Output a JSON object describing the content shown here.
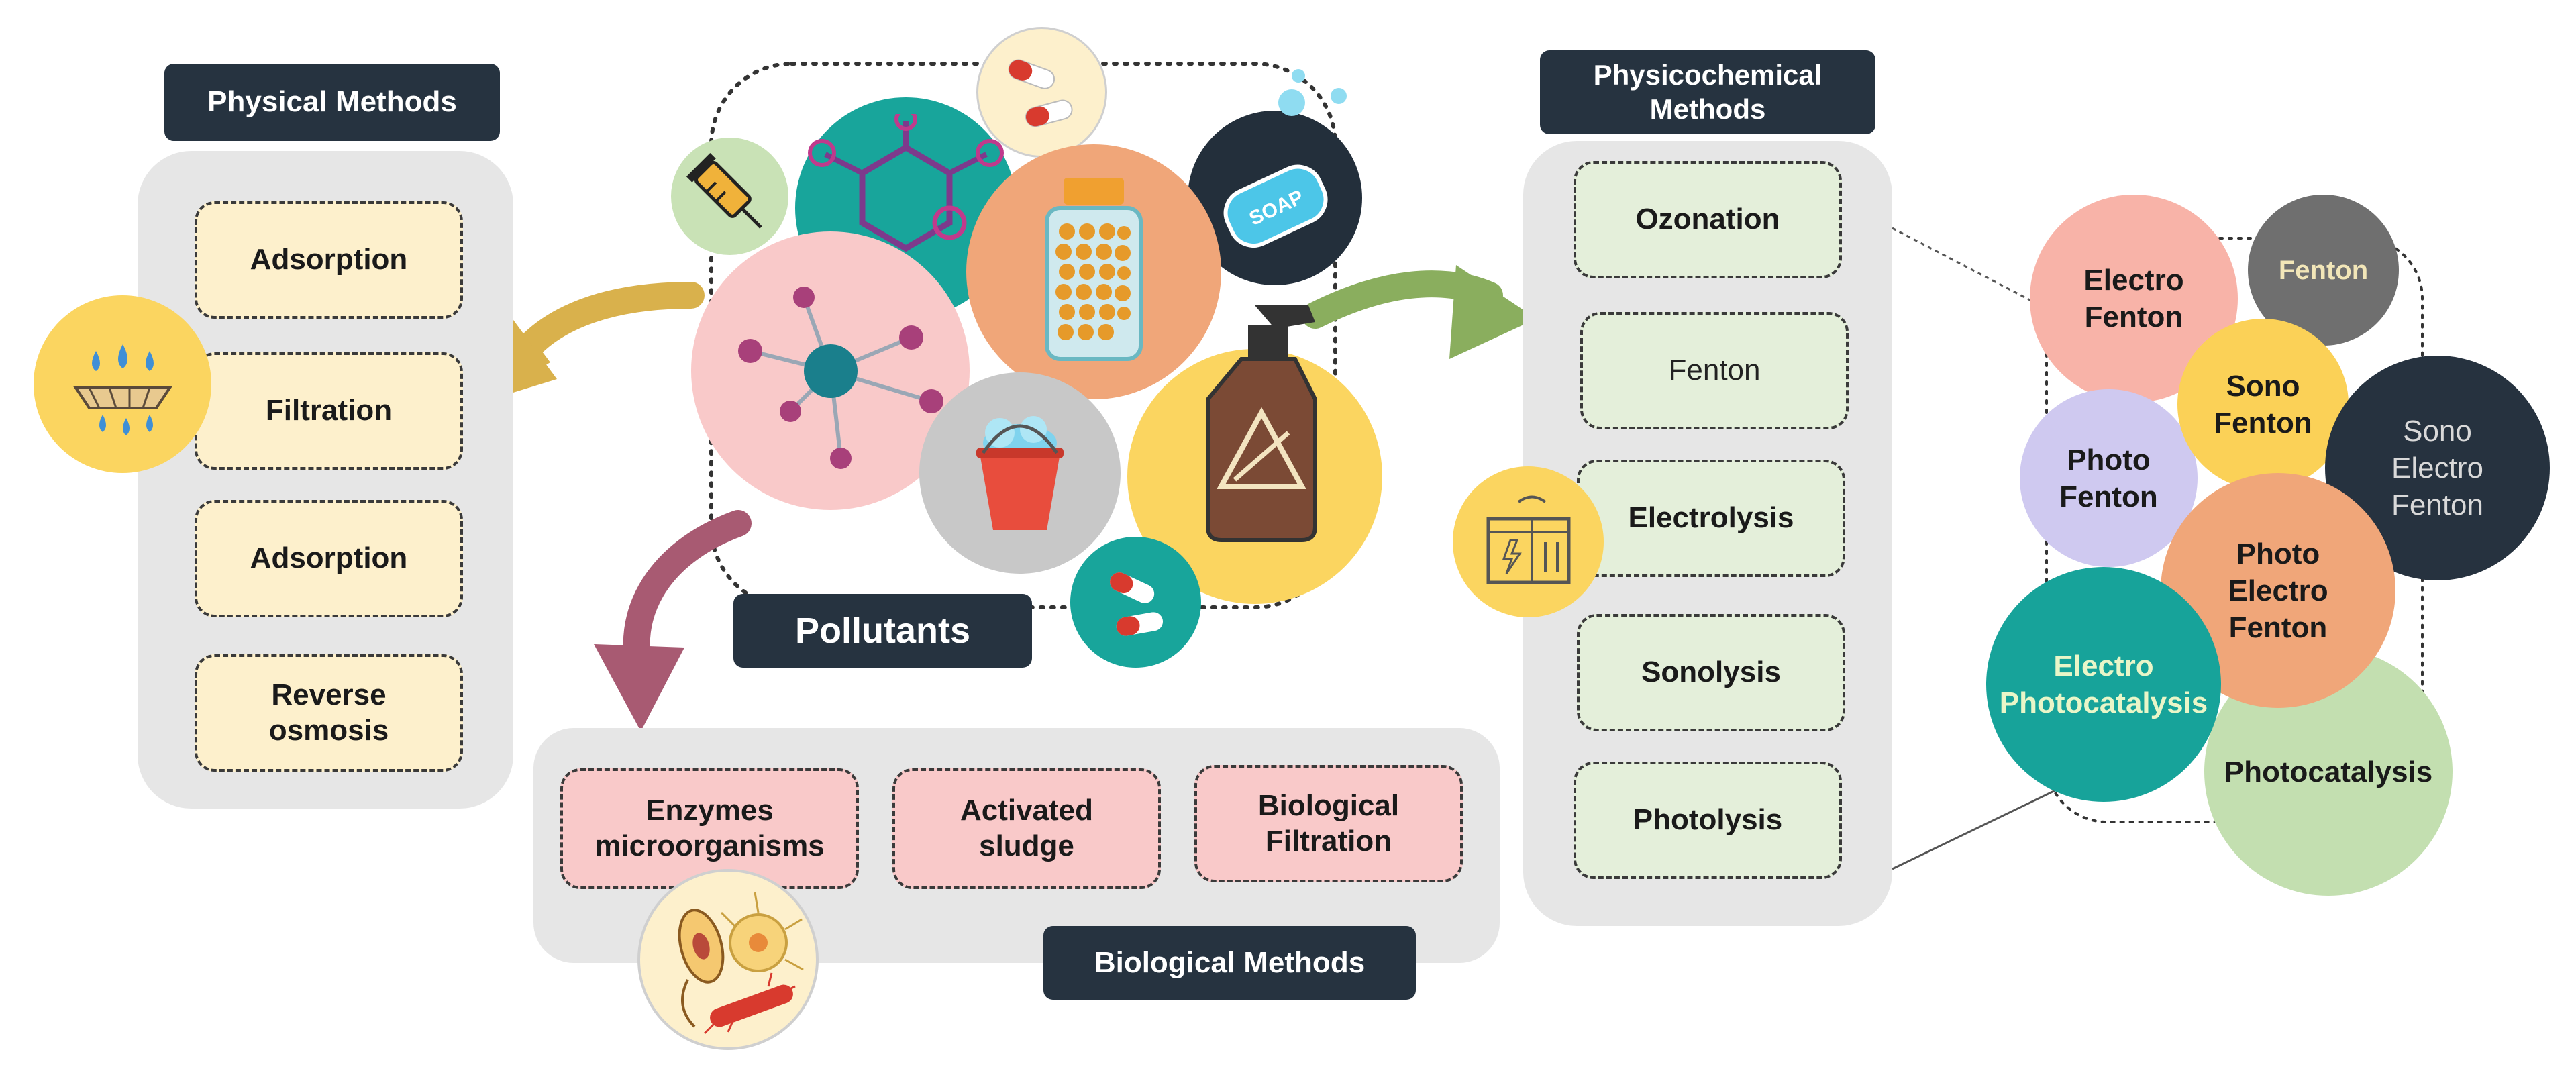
{
  "center": {
    "label": "Pollutants"
  },
  "physical": {
    "title": "Physical Methods",
    "items": [
      "Adsorption",
      "Filtration",
      "Adsorption",
      "Reverse\nosmosis"
    ]
  },
  "biological": {
    "title": "Biological Methods",
    "items": [
      "Enzymes\nmicroorganisms",
      "Activated\nsludge",
      "Biological\nFiltration"
    ]
  },
  "physicochemical": {
    "title": "Physicochemical\nMethods",
    "items": [
      "Ozonation",
      "Fenton",
      "Electrolysis",
      "Sonolysis",
      "Photolysis"
    ]
  },
  "processes": {
    "electro_fenton": "Electro\nFenton",
    "fenton": "Fenton",
    "sono_fenton": "Sono\nFenton",
    "sono_electro_fenton": "Sono\nElectro\nFenton",
    "photo_fenton": "Photo\nFenton",
    "photo_electro_fenton": "Photo\nElectro\nFenton",
    "electro_photocatalysis": "Electro\nPhotocatalysis",
    "photocatalysis": "Photocatalysis"
  },
  "icons": {
    "soap_text": "SOAP"
  },
  "colors": {
    "tag_dark": "#263340",
    "panel_gray": "#e6e6e6",
    "physical_box": "#fdf0cc",
    "biological_box": "#f9c9c9",
    "chemical_box": "#e4efda",
    "arrow_gold": "#d9b14c",
    "arrow_green": "#8aae5e",
    "arrow_mauve": "#a85a72"
  }
}
